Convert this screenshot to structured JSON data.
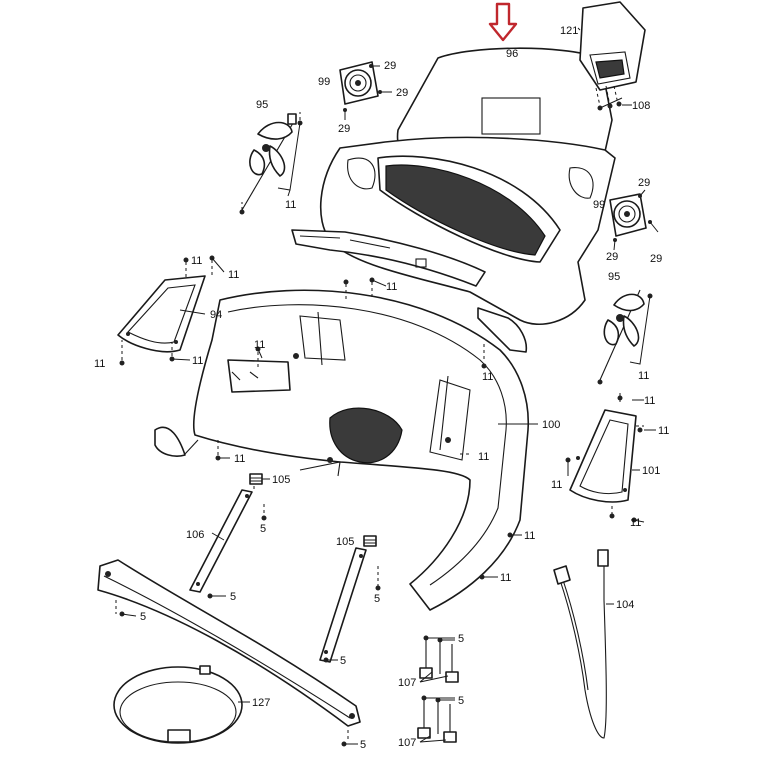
{
  "diagram": {
    "highlight_color": "#c0272d",
    "line_color": "#1a1a1a",
    "labels": {
      "p96": "96",
      "p121": "121",
      "p108": "108",
      "p99a": "99",
      "p29a": "29",
      "p29b": "29",
      "p29c": "29",
      "p95a": "95",
      "p11a": "11",
      "p99b": "99",
      "p29d": "29",
      "p29e": "29",
      "p29f": "29",
      "p11b": "11",
      "p11c": "11",
      "p94": "94",
      "p11d": "11",
      "p11e": "11",
      "p11f": "11",
      "p95b": "95",
      "p11g": "11",
      "p11h": "11",
      "p11i": "11",
      "p11j": "11",
      "p100": "100",
      "p11k": "11",
      "p11l": "11",
      "p101": "101",
      "p11m": "11",
      "p11n": "11",
      "p11o": "11",
      "p105a": "105",
      "p5a": "5",
      "p106": "106",
      "p105b": "105",
      "p5b": "5",
      "p5c": "5",
      "p11p": "11",
      "p11q": "11",
      "p104": "104",
      "p5d": "5",
      "p5e": "5",
      "p5f": "5",
      "p107a": "107",
      "p5g": "5",
      "p107b": "107",
      "p127": "127",
      "p5h": "5"
    }
  }
}
